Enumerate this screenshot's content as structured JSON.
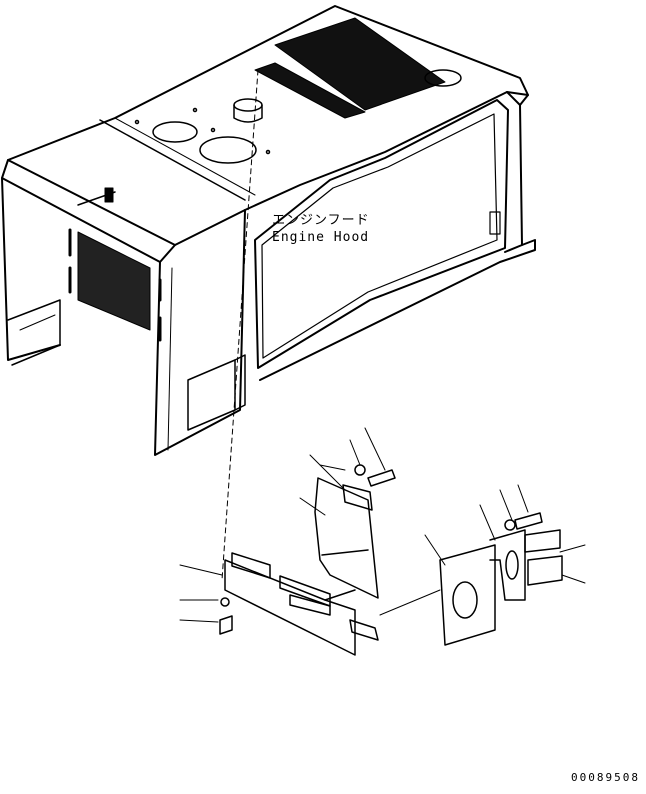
{
  "callout": {
    "name_jp": "エンジンフード",
    "name_en": "Engine Hood"
  },
  "drawing_id": "00089508",
  "colors": {
    "line": "#000000",
    "background": "#ffffff"
  }
}
